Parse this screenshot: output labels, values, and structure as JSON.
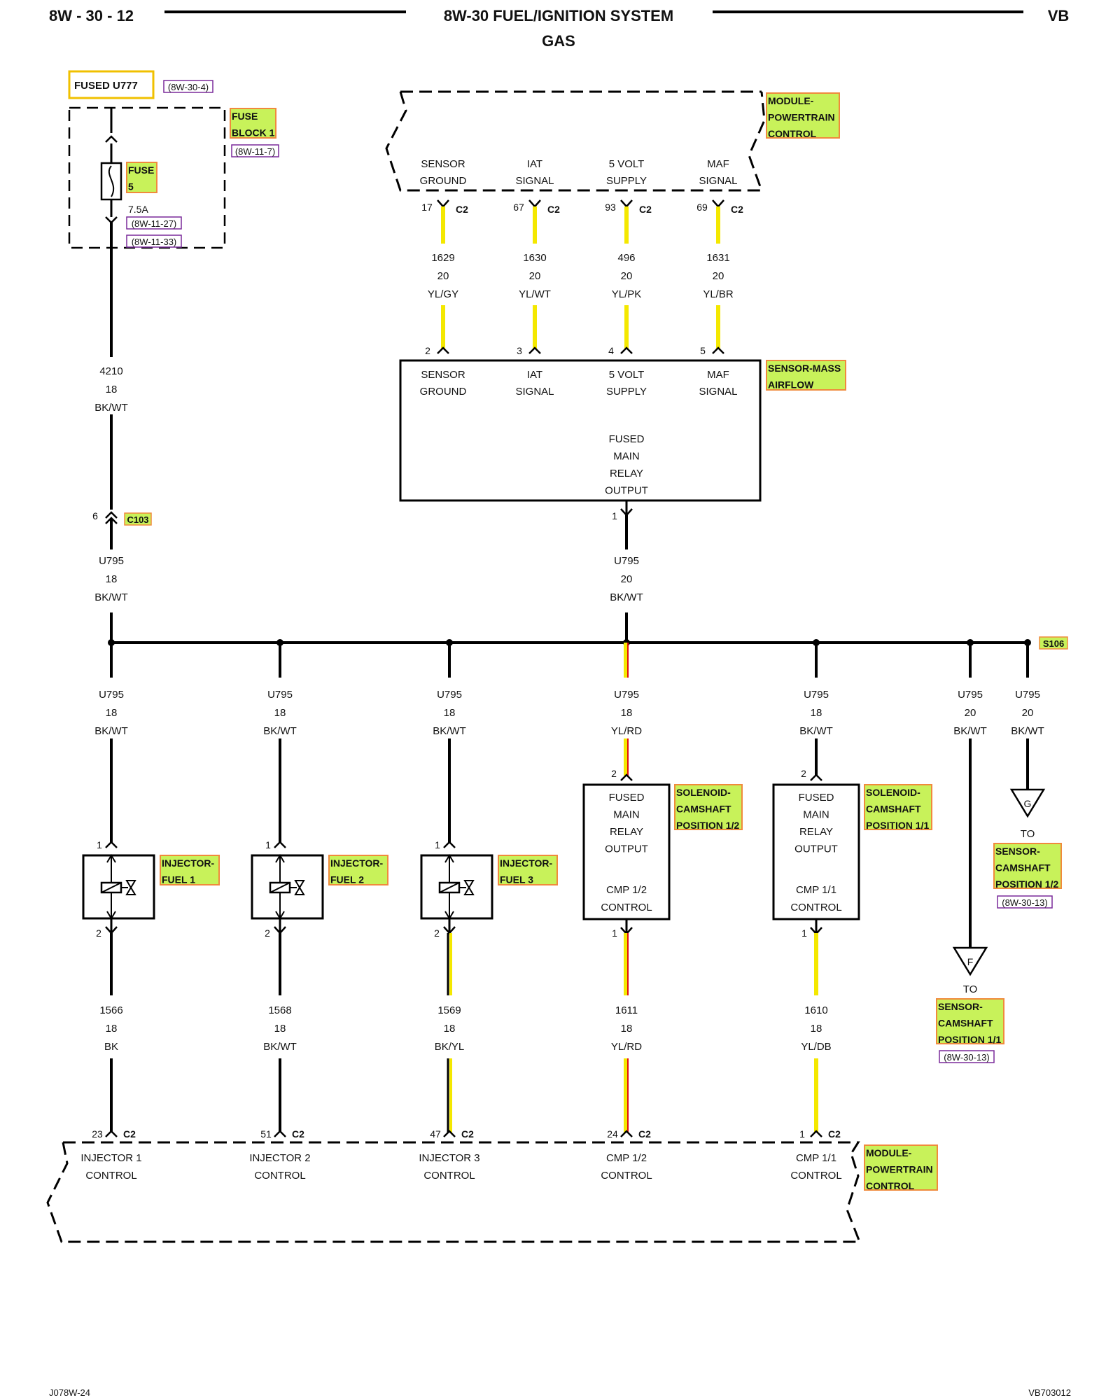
{
  "header": {
    "left": "8W - 30 - 12",
    "center": "8W-30 FUEL/IGNITION SYSTEM",
    "subtitle": "GAS",
    "right": "VB"
  },
  "footer": {
    "left": "J078W-24",
    "right": "VB703012"
  },
  "colors": {
    "yellow": "#f4e800",
    "red": "#e01010",
    "label_fill": "#c8f25a",
    "label_border": "#f08a3c",
    "ref_border": "#7a2a9a",
    "ref_text": "#1a1a8a",
    "fused_border": "#f0c000"
  },
  "fuse_section": {
    "fused_label": "FUSED U777",
    "fused_ref": "(8W-30-4)",
    "block_label": [
      "FUSE",
      "BLOCK 1"
    ],
    "block_ref": "(8W-11-7)",
    "fuse_label": [
      "FUSE",
      "5"
    ],
    "rating": "7.5A",
    "refs": [
      "(8W-11-27)",
      "(8W-11-33)"
    ],
    "fuse_icon": "fuse-symbol"
  },
  "pcm_top": {
    "label": [
      "MODULE-",
      "POWERTRAIN",
      "CONTROL"
    ],
    "pins": [
      {
        "name": [
          "SENSOR",
          "GROUND"
        ],
        "pin": "17",
        "conn": "C2"
      },
      {
        "name": [
          "IAT",
          "SIGNAL"
        ],
        "pin": "67",
        "conn": "C2"
      },
      {
        "name": [
          "5 VOLT",
          "SUPPLY"
        ],
        "pin": "93",
        "conn": "C2"
      },
      {
        "name": [
          "MAF",
          "SIGNAL"
        ],
        "pin": "69",
        "conn": "C2"
      }
    ]
  },
  "top_wires": [
    {
      "circuit": "1629",
      "gauge": "20",
      "color": "YL/GY",
      "bottom_pin": "2"
    },
    {
      "circuit": "1630",
      "gauge": "20",
      "color": "YL/WT",
      "bottom_pin": "3"
    },
    {
      "circuit": "496",
      "gauge": "20",
      "color": "YL/PK",
      "bottom_pin": "4"
    },
    {
      "circuit": "1631",
      "gauge": "20",
      "color": "YL/BR",
      "bottom_pin": "5"
    }
  ],
  "maf_sensor": {
    "label": [
      "SENSOR-MASS",
      "AIRFLOW"
    ],
    "pins": [
      [
        "SENSOR",
        "GROUND"
      ],
      [
        "IAT",
        "SIGNAL"
      ],
      [
        "5 VOLT",
        "SUPPLY"
      ],
      [
        "MAF",
        "SIGNAL"
      ]
    ],
    "output": [
      "FUSED",
      "MAIN",
      "RELAY",
      "OUTPUT"
    ],
    "output_pin": "1"
  },
  "left_wire_upper": {
    "circuit": "4210",
    "gauge": "18",
    "color": "BK/WT"
  },
  "c103": {
    "pin": "6",
    "label": "C103"
  },
  "left_wire_lower": {
    "circuit": "U795",
    "gauge": "18",
    "color": "BK/WT"
  },
  "maf_out_wire": {
    "circuit": "U795",
    "gauge": "20",
    "color": "BK/WT"
  },
  "splice": {
    "label": "S106"
  },
  "branches": [
    {
      "circuit": "U795",
      "gauge": "18",
      "color": "BK/WT"
    },
    {
      "circuit": "U795",
      "gauge": "18",
      "color": "BK/WT"
    },
    {
      "circuit": "U795",
      "gauge": "18",
      "color": "BK/WT"
    },
    {
      "circuit": "U795",
      "gauge": "18",
      "color": "YL/RD"
    },
    {
      "circuit": "U795",
      "gauge": "18",
      "color": "BK/WT"
    },
    {
      "circuit": "U795",
      "gauge": "20",
      "color": "BK/WT"
    },
    {
      "circuit": "U795",
      "gauge": "20",
      "color": "BK/WT"
    }
  ],
  "injectors": [
    {
      "label": [
        "INJECTOR-",
        "FUEL 1"
      ],
      "pin_top": "1",
      "pin_bottom": "2"
    },
    {
      "label": [
        "INJECTOR-",
        "FUEL 2"
      ],
      "pin_top": "1",
      "pin_bottom": "2"
    },
    {
      "label": [
        "INJECTOR-",
        "FUEL 3"
      ],
      "pin_top": "1",
      "pin_bottom": "2"
    }
  ],
  "solenoids": [
    {
      "label": [
        "SOLENOID-",
        "CAMSHAFT",
        "POSITION 1/2"
      ],
      "lines": [
        "FUSED",
        "MAIN",
        "RELAY",
        "OUTPUT"
      ],
      "ctrl": [
        "CMP 1/2",
        "CONTROL"
      ],
      "pin_top": "2",
      "pin_bottom": "1"
    },
    {
      "label": [
        "SOLENOID-",
        "CAMSHAFT",
        "POSITION 1/1"
      ],
      "lines": [
        "FUSED",
        "MAIN",
        "RELAY",
        "OUTPUT"
      ],
      "ctrl": [
        "CMP 1/1",
        "CONTROL"
      ],
      "pin_top": "2",
      "pin_bottom": "1"
    }
  ],
  "offpage": [
    {
      "letter": "F",
      "to": "TO",
      "label": [
        "SENSOR-",
        "CAMSHAFT",
        "POSITION 1/1"
      ],
      "ref": "(8W-30-13)"
    },
    {
      "letter": "G",
      "to": "TO",
      "label": [
        "SENSOR-",
        "CAMSHAFT",
        "POSITION 1/2"
      ],
      "ref": "(8W-30-13)"
    }
  ],
  "bottom_wires": [
    {
      "circuit": "1566",
      "gauge": "18",
      "color": "BK",
      "pin": "23",
      "conn": "C2"
    },
    {
      "circuit": "1568",
      "gauge": "18",
      "color": "BK/WT",
      "pin": "51",
      "conn": "C2"
    },
    {
      "circuit": "1569",
      "gauge": "18",
      "color": "BK/YL",
      "pin": "47",
      "conn": "C2"
    },
    {
      "circuit": "1611",
      "gauge": "18",
      "color": "YL/RD",
      "pin": "24",
      "conn": "C2"
    },
    {
      "circuit": "1610",
      "gauge": "18",
      "color": "YL/DB",
      "pin": "1",
      "conn": "C2"
    }
  ],
  "pcm_bottom": {
    "label": [
      "MODULE-",
      "POWERTRAIN",
      "CONTROL"
    ],
    "pins": [
      [
        "INJECTOR 1",
        "CONTROL"
      ],
      [
        "INJECTOR 2",
        "CONTROL"
      ],
      [
        "INJECTOR 3",
        "CONTROL"
      ],
      [
        "CMP 1/2",
        "CONTROL"
      ],
      [
        "CMP 1/1",
        "CONTROL"
      ]
    ]
  }
}
